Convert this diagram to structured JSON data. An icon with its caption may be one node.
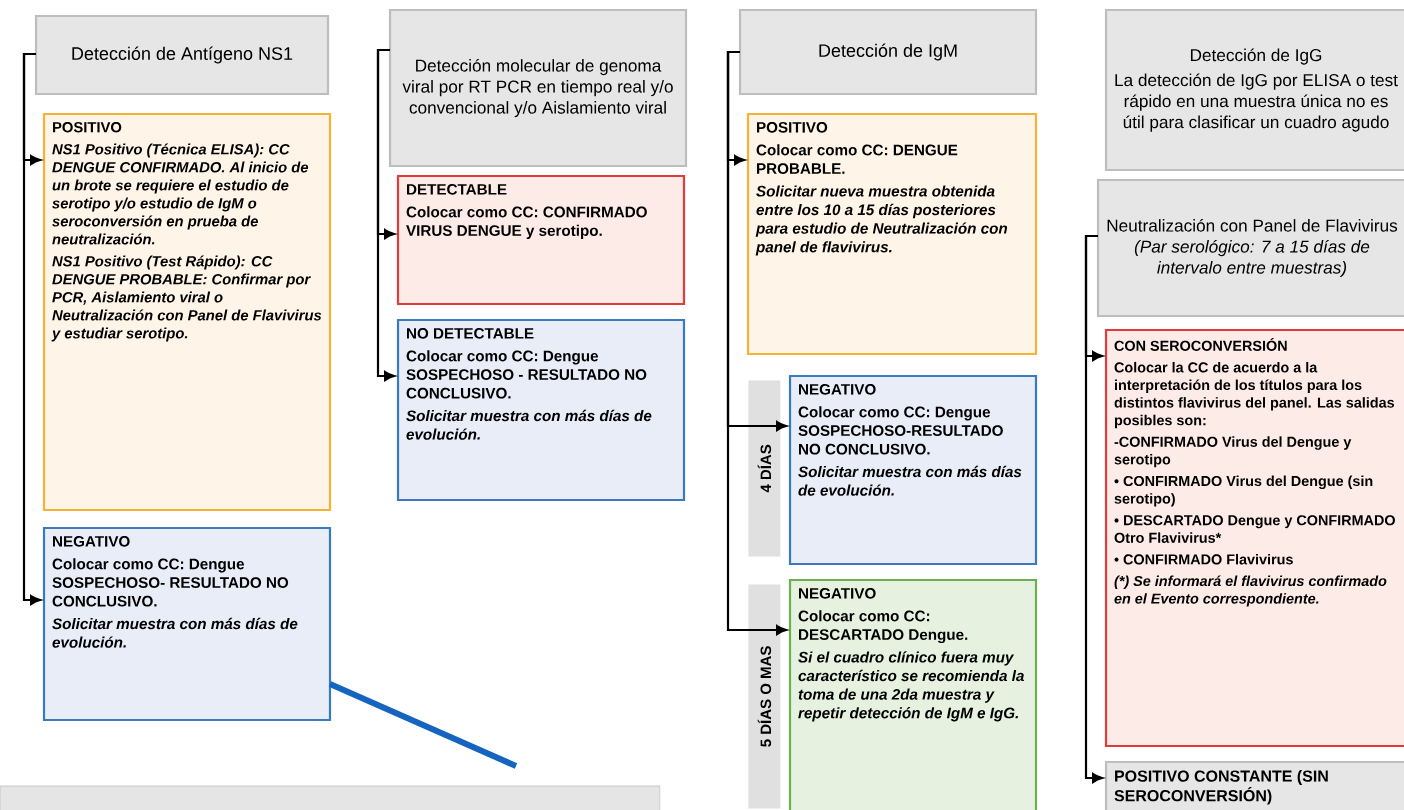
{
  "diagram": {
    "nodes": [
      {
        "text": [
          "Detección de Antígeno NS1"
        ]
      },
      {
        "text": [
          "POSITIVO",
          "NS1 Positivo (Técnica ELISA): CC DENGUE CONFIRMADO. Al inicio de un brote se requiere el estudio de serotipo y/o estudio de IgM o seroconversión en prueba de neutralización.",
          "NS1 Positivo (Test Rápido): CC DENGUE PROBABLE: Confirmar por PCR, Aislamiento viral o Neutralización con Panel de Flavivirus y estudiar serotipo."
        ]
      },
      {
        "text": [
          "NEGATIVO",
          "Colocar como CC: Dengue SOSPECHOSO- RESULTADO NO CONCLUSIVO.",
          "Solicitar muestra con más días de evolución."
        ]
      },
      {
        "text": [
          "Detección molecular de genoma viral por RT PCR en tiempo real y/o convencional y/o Aislamiento viral"
        ]
      },
      {
        "text": [
          "DETECTABLE",
          "Colocar como CC: CONFIRMADO VIRUS DENGUE y serotipo."
        ]
      },
      {
        "text": [
          "NO DETECTABLE",
          "Colocar como CC: Dengue SOSPECHOSO - RESULTADO NO CONCLUSIVO.",
          "Solicitar muestra con más días de evolución."
        ]
      },
      {
        "text": [
          "Detección de IgM"
        ]
      },
      {
        "text": [
          "POSITIVO",
          "Colocar como CC: DENGUE PROBABLE.",
          "Solicitar nueva muestra obtenida entre los 10 a 15 días posteriores para estudio de Neutralización con panel de flavivirus."
        ]
      },
      {
        "text": [
          "NEGATIVO",
          "Colocar como CC: Dengue SOSPECHOSO-RESULTADO NO CONCLUSIVO.",
          "Solicitar muestra con más días de evolución."
        ],
        "beside": [
          "4 DÍAS"
        ]
      },
      {
        "text": [
          "NEGATIVO",
          "Colocar como CC: DESCARTADO Dengue.",
          "Si el cuadro clínico fuera muy característico se recomienda la toma de una 2da muestra y repetir detección de IgM e IgG."
        ],
        "beside": [
          "5 DÍAS O MAS"
        ]
      },
      {
        "text": [
          "Detección de IgG",
          "La detección de IgG por ELISA o test rápido en una muestra única no es útil para clasificar un cuadro agudo"
        ]
      },
      {
        "text": [
          "Neutralización con Panel de Flavivirus *(Par serológico: 7 a 15 días de intervalo entre muestras)*"
        ]
      },
      {
        "text": [
          "CON SEROCONVERSIÓN",
          "Colocar la CC de acuerdo a la interpretación de los títulos para los distintos flavivirus del panel. Las salidas posibles son:",
          "-CONFIRMADO Virus del Dengue y serotipo",
          "• CONFIRMADO Virus del Dengue (sin serotipo)",
          "• DESCARTADO Dengue y CONFIRMADO Otro Flavivirus*",
          "• CONFIRMADO Flavivirus",
          "(*) Se informará el flavivirus confirmado en el Evento correspondiente."
        ]
      },
      {
        "text": [
          "POSITIVO CONSTANTE (SIN SEROCONVERSIÓN)"
        ]
      }
    ],
    "edges": [
      {
        "from": 0,
        "to": 1,
        "arrow": "to"
      },
      {
        "from": 0,
        "to": 2,
        "arrow": "to"
      },
      {
        "from": 3,
        "to": 4,
        "arrow": "to"
      },
      {
        "from": 3,
        "to": 5,
        "arrow": "to"
      },
      {
        "from": 6,
        "to": 7,
        "arrow": "to"
      },
      {
        "from": 6,
        "to": 8,
        "arrow": "to"
      },
      {
        "from": 6,
        "to": 9,
        "arrow": "to"
      },
      {
        "from": 11,
        "to": 12,
        "arrow": "to"
      },
      {
        "from": 11,
        "to": 13,
        "arrow": "to"
      },
      {
        "from": 2,
        "to": null,
        "arrow": "none",
        "style": "thick",
        "color": "#1565c0"
      }
    ]
  }
}
